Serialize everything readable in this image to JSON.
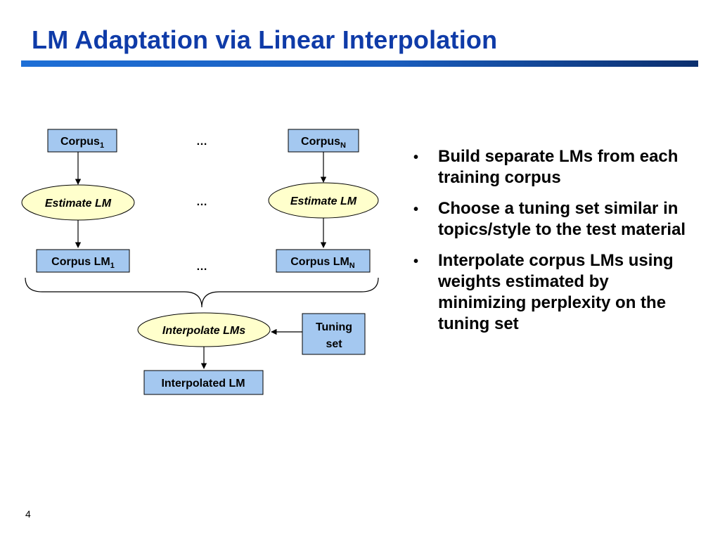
{
  "slide": {
    "title": "LM Adaptation via Linear Interpolation",
    "page_number": "4"
  },
  "diagram": {
    "corpus_1": {
      "text": "Corpus",
      "sub": "1"
    },
    "corpus_n": {
      "text": "Corpus",
      "sub": "N"
    },
    "estimate_lm_1": "Estimate LM",
    "estimate_lm_n": "Estimate LM",
    "corpus_lm_1": {
      "text": "Corpus LM",
      "sub": "1"
    },
    "corpus_lm_n": {
      "text": "Corpus LM",
      "sub": "N"
    },
    "ellipsis": "…",
    "interpolate": "Interpolate LMs",
    "tuning_set_line1": "Tuning",
    "tuning_set_line2": "set",
    "interpolated_lm": "Interpolated LM",
    "colors": {
      "box_fill": "#a4c8f0",
      "ellipse_fill": "#ffffcc"
    }
  },
  "bullets": [
    "Build separate LMs from each training corpus",
    "Choose a tuning set similar in topics/style to the test material",
    "Interpolate corpus LMs using weights estimated by minimizing perplexity on the tuning set"
  ],
  "bullet_symbol": "•"
}
